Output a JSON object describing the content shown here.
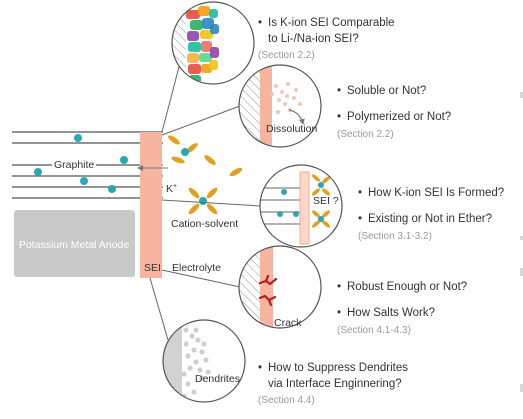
{
  "left_panel": {
    "graphite_label": "Graphite",
    "k_ion_label": "K",
    "k_ion_sup": "+",
    "cation_solvent_label": "Cation-solvent",
    "anode_label": "Potassium Metal Anode",
    "sei_label": "SEI",
    "electrolyte_label": "Electrolyte"
  },
  "panels": [
    {
      "questions": [
        "Is K-ion SEI Comparable",
        "to Li-/Na-ion SEI?"
      ],
      "section": "(Section 2.2)",
      "circle_label": ""
    },
    {
      "questions": [
        "Soluble or Not?",
        "Polymerized or Not?"
      ],
      "section": "(Section 2.2)",
      "circle_label": "Dissolution"
    },
    {
      "questions": [
        "How K-ion SEI Is Formed?",
        "Existing or Not in Ether?"
      ],
      "section": "(Section 3.1-3.2)",
      "circle_label": "SEI ?"
    },
    {
      "questions": [
        "Robust Enough or Not?",
        "How Salts Work?"
      ],
      "section": "(Section 4.1-4.3)",
      "circle_label": "Crack"
    },
    {
      "questions": [
        "How to Suppress Dendrites",
        "via Interface Enginnering?"
      ],
      "section": "(Section 4.4)",
      "circle_label": "Dendrites"
    }
  ],
  "colors": {
    "sei": "#f7b5a0",
    "sei_edge": "#f29a7f",
    "ion": "#2aa7b5",
    "solvent": "#e0a020",
    "anode": "#c9c9c9",
    "crack": "#b71c1c",
    "line": "#555555",
    "mosaic": [
      "#e74c3c",
      "#f39c12",
      "#27ae60",
      "#2e86c1",
      "#8e44ad",
      "#f1c40f",
      "#1abc9c",
      "#ec7063",
      "#f5b041",
      "#58d68d"
    ]
  }
}
